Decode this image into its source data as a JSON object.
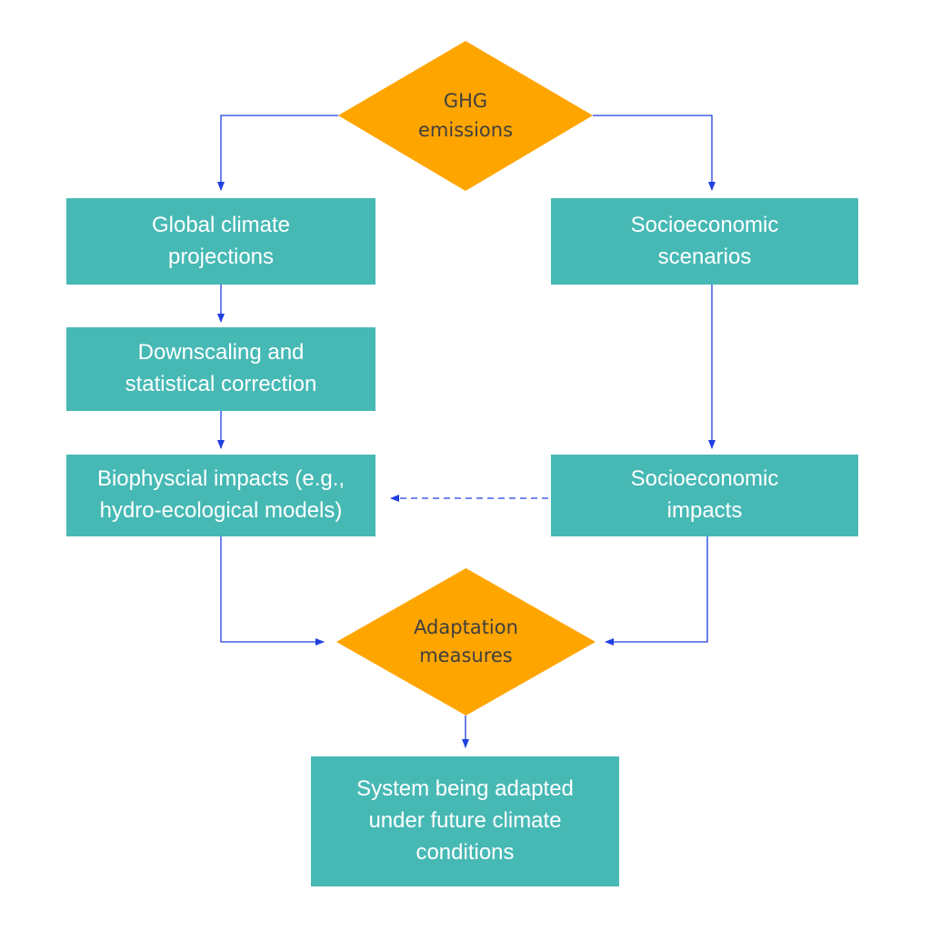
{
  "colors": {
    "box_fill": "#47b9b5",
    "diamond_fill": "#ffa500",
    "arrow": "#1f3fe0",
    "box_text": "#ffffff",
    "diamond_text": "#3f3f3f"
  },
  "nodes": {
    "ghg": {
      "label": "GHG\nemissions"
    },
    "global_climate": {
      "label": "Global climate\nprojections"
    },
    "socio_scenarios": {
      "label": "Socioeconomic\nscenarios"
    },
    "downscaling": {
      "label": "Downscaling and\nstatistical correction"
    },
    "biophysical": {
      "label": "Biophyscial impacts (e.g.,\nhydro-ecological models)"
    },
    "socio_impacts": {
      "label": "Socioeconomic\nimpacts"
    },
    "adaptation": {
      "label": "Adaptation\nmeasures"
    },
    "system": {
      "label": "System being adapted\nunder future climate\nconditions"
    }
  }
}
